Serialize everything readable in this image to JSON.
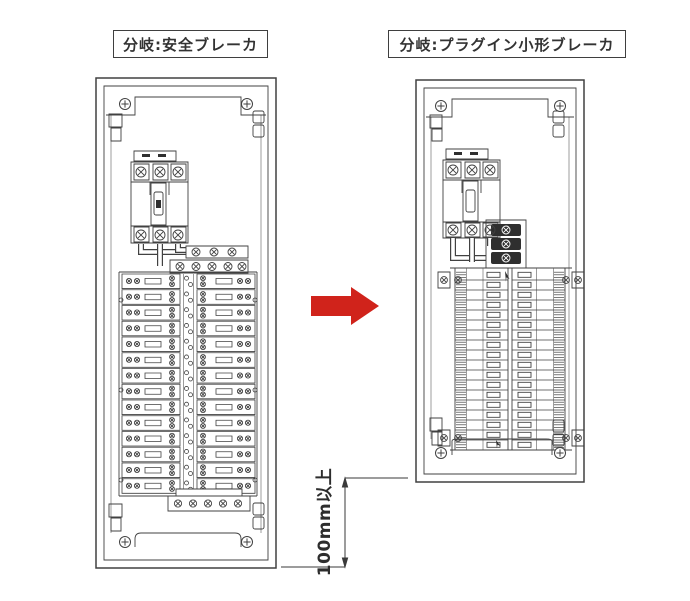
{
  "titles": {
    "left_panel": "分岐:安全ブレーカ",
    "right_panel": "分岐:プラグイン小形ブレーカ"
  },
  "annotation": {
    "dimension_label": "100mm以上"
  },
  "arrow": {
    "color": "#d0231b",
    "direction": "right"
  },
  "diagram": {
    "line_color": "#414141",
    "left_branch_rows": 14,
    "right_branch_rows": 18
  }
}
